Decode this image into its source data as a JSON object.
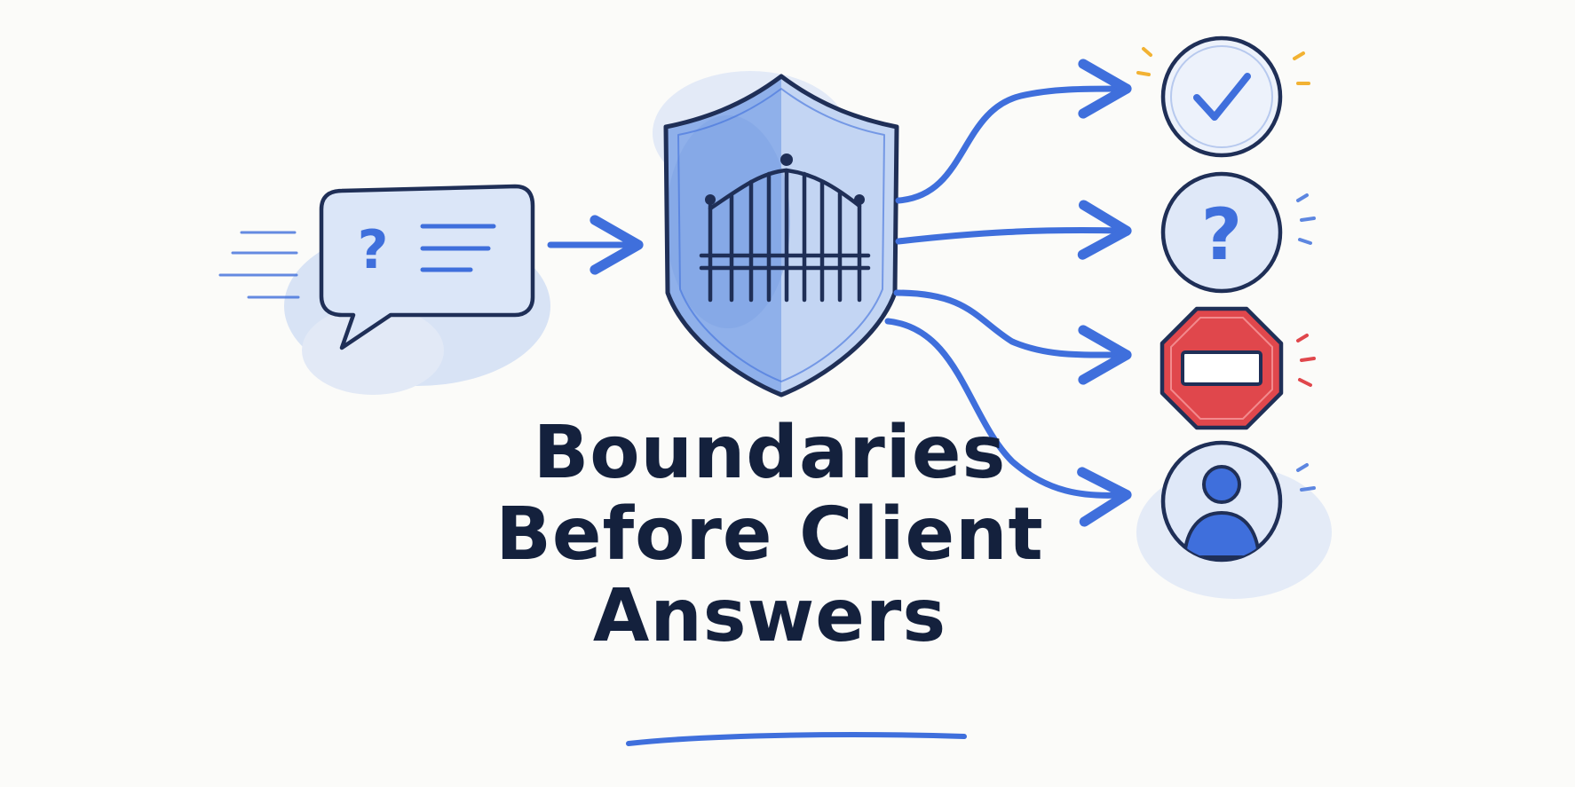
{
  "title": {
    "line1": "Boundaries",
    "line2": "Before Client",
    "line3": "Answers"
  },
  "glyphs": {
    "question_bubble": "?",
    "question_outcome": "?"
  },
  "icons": {
    "speech_bubble": "question-bubble-icon",
    "shield": "shield-gate-icon",
    "outcomes": [
      "check-circle-icon",
      "question-circle-icon",
      "stop-sign-icon",
      "person-circle-icon"
    ]
  },
  "colors": {
    "ink": "#1f2f57",
    "accent_blue": "#3f6fdc",
    "wash_blue": "#bcd0f2",
    "stop_red": "#e0474c",
    "spark_yellow": "#f2b233",
    "title": "#14213d"
  }
}
